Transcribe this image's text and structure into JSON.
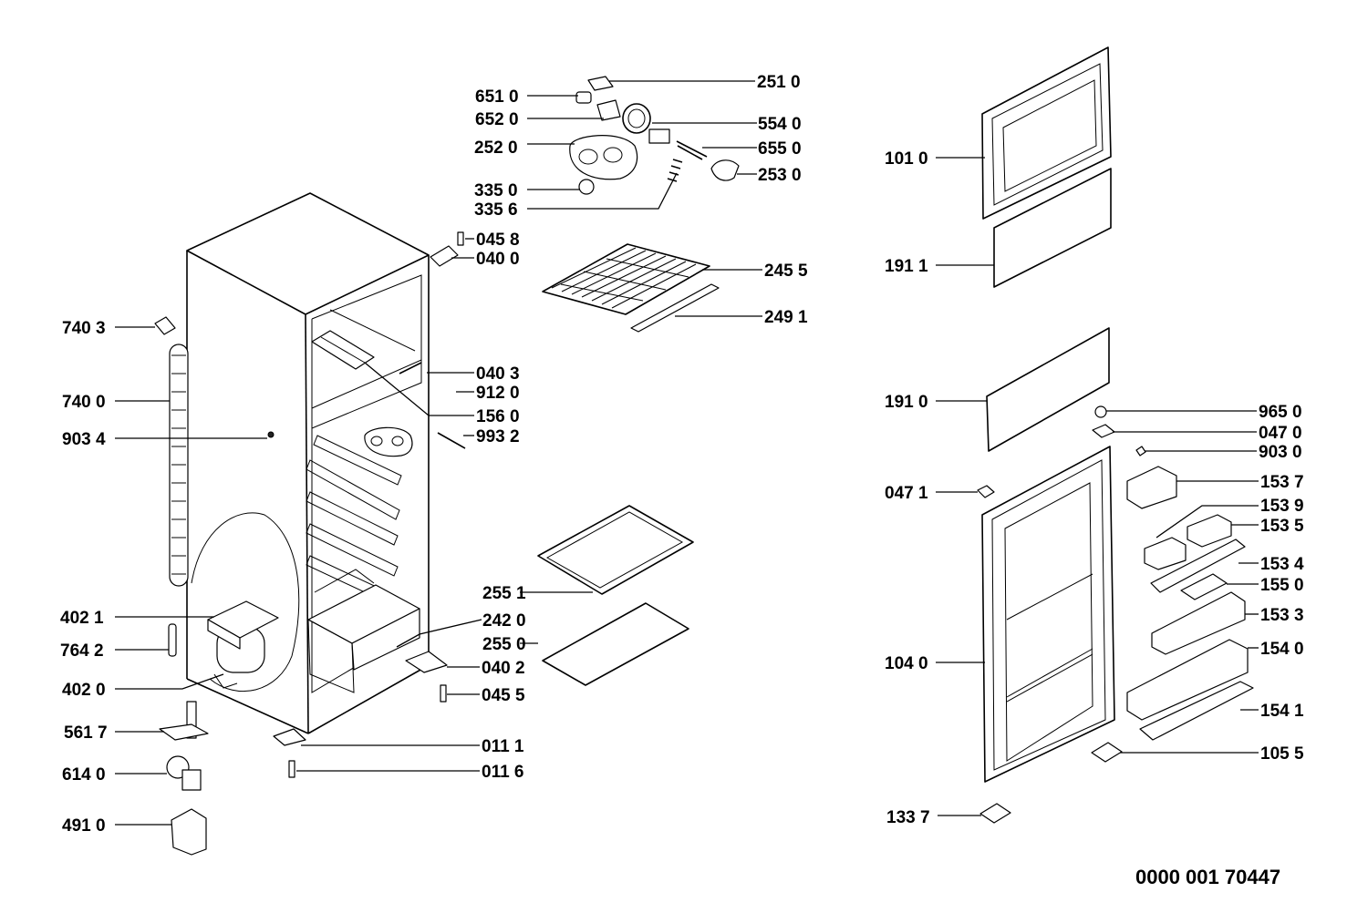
{
  "document_number": "0000 001 70447",
  "callouts": [
    {
      "id": "c0",
      "text": "251 0"
    },
    {
      "id": "c1",
      "text": "651 0"
    },
    {
      "id": "c2",
      "text": "652 0"
    },
    {
      "id": "c3",
      "text": "554 0"
    },
    {
      "id": "c4",
      "text": "252 0"
    },
    {
      "id": "c5",
      "text": "655 0"
    },
    {
      "id": "c6",
      "text": "253 0"
    },
    {
      "id": "c7",
      "text": "335 0"
    },
    {
      "id": "c8",
      "text": "335 6"
    },
    {
      "id": "c9",
      "text": "045 8"
    },
    {
      "id": "c10",
      "text": "040 0"
    },
    {
      "id": "c11",
      "text": "245 5"
    },
    {
      "id": "c12",
      "text": "249 1"
    },
    {
      "id": "c13",
      "text": "740 3"
    },
    {
      "id": "c14",
      "text": "040 3"
    },
    {
      "id": "c15",
      "text": "912 0"
    },
    {
      "id": "c16",
      "text": "740 0"
    },
    {
      "id": "c17",
      "text": "156 0"
    },
    {
      "id": "c18",
      "text": "903 4"
    },
    {
      "id": "c19",
      "text": "993 2"
    },
    {
      "id": "c20",
      "text": "255 1"
    },
    {
      "id": "c21",
      "text": "402 1"
    },
    {
      "id": "c22",
      "text": "242 0"
    },
    {
      "id": "c23",
      "text": "764 2"
    },
    {
      "id": "c24",
      "text": "255 0"
    },
    {
      "id": "c25",
      "text": "040 2"
    },
    {
      "id": "c26",
      "text": "402 0"
    },
    {
      "id": "c27",
      "text": "045 5"
    },
    {
      "id": "c28",
      "text": "561 7"
    },
    {
      "id": "c29",
      "text": "011 1"
    },
    {
      "id": "c30",
      "text": "614 0"
    },
    {
      "id": "c31",
      "text": "011 6"
    },
    {
      "id": "c32",
      "text": "491 0"
    },
    {
      "id": "c33",
      "text": "101 0"
    },
    {
      "id": "c34",
      "text": "191 1"
    },
    {
      "id": "c35",
      "text": "191 0"
    },
    {
      "id": "c36",
      "text": "965 0"
    },
    {
      "id": "c37",
      "text": "047 0"
    },
    {
      "id": "c38",
      "text": "903 0"
    },
    {
      "id": "c39",
      "text": "047 1"
    },
    {
      "id": "c40",
      "text": "153 7"
    },
    {
      "id": "c41",
      "text": "153 9"
    },
    {
      "id": "c42",
      "text": "153 5"
    },
    {
      "id": "c43",
      "text": "153 4"
    },
    {
      "id": "c44",
      "text": "155 0"
    },
    {
      "id": "c45",
      "text": "153 3"
    },
    {
      "id": "c46",
      "text": "104 0"
    },
    {
      "id": "c47",
      "text": "154 0"
    },
    {
      "id": "c48",
      "text": "154 1"
    },
    {
      "id": "c49",
      "text": "105 5"
    },
    {
      "id": "c50",
      "text": "133 7"
    }
  ]
}
